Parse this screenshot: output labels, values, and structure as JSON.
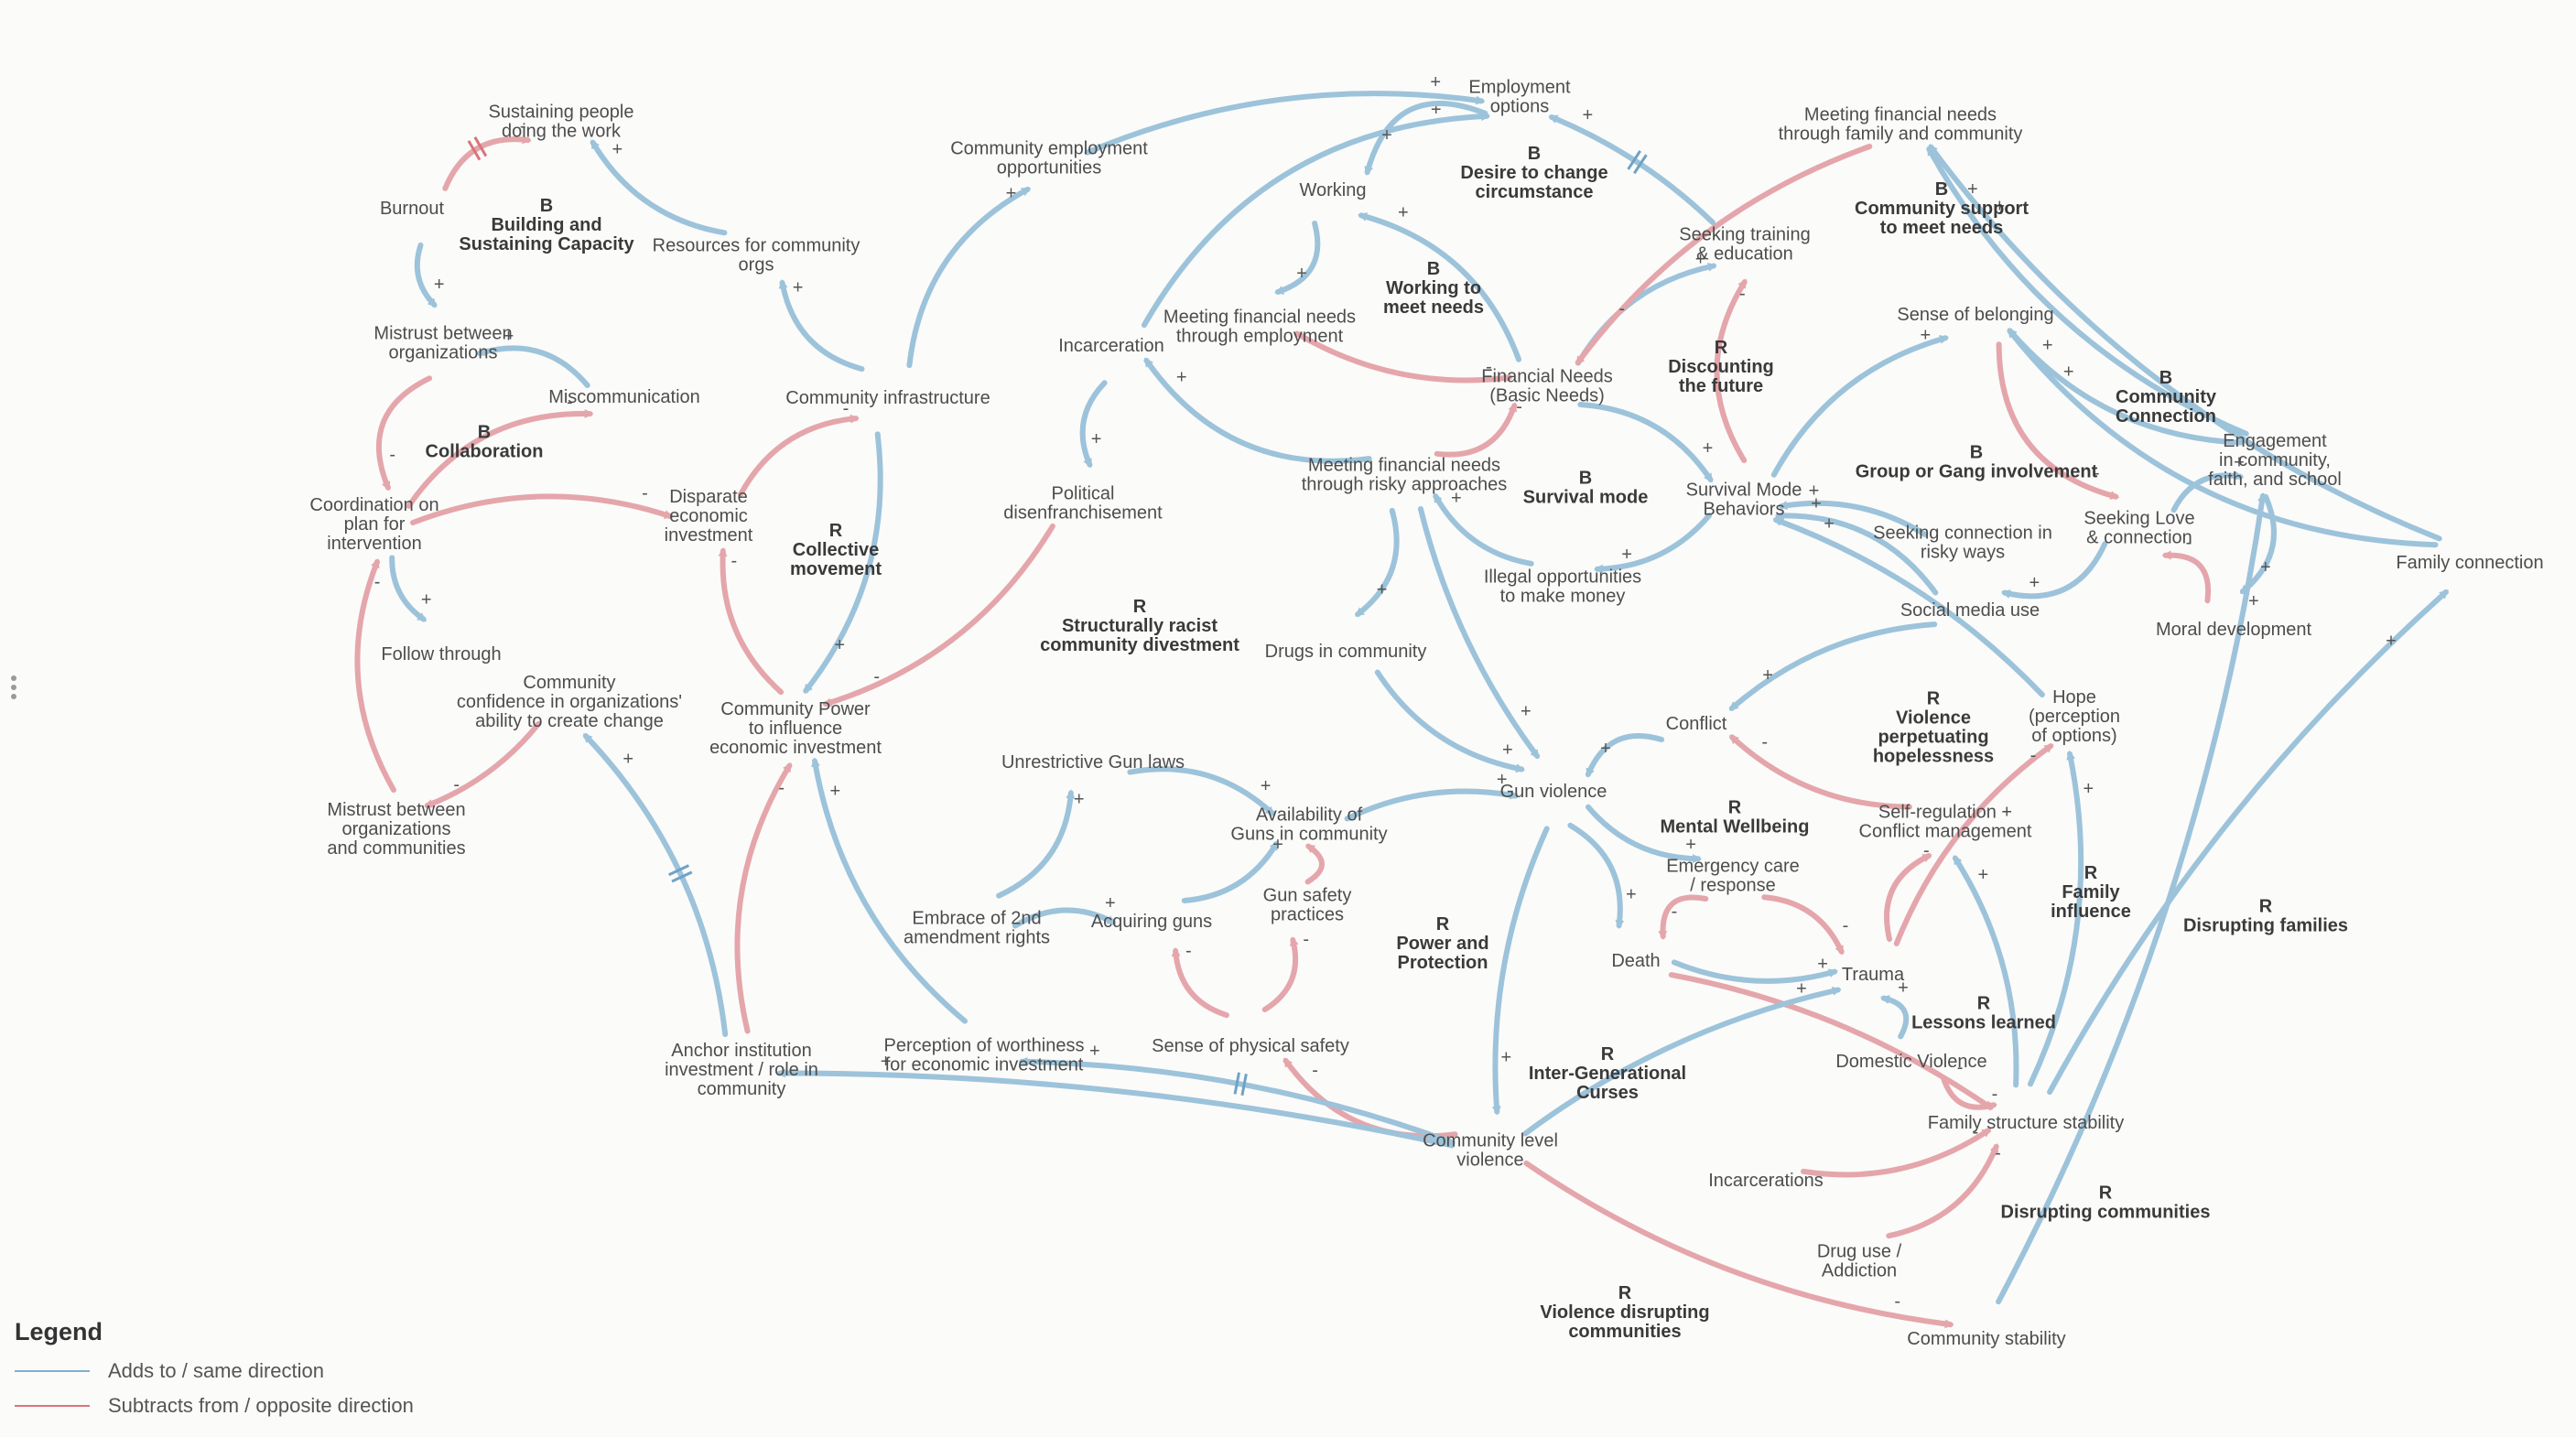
{
  "colors": {
    "adds": "#9cc3da",
    "subtracts": "#e4a6ab"
  },
  "legend": {
    "title": "Legend",
    "adds_label": "Adds to / same direction",
    "subtracts_label": "Subtracts from / opposite direction"
  },
  "variables": [
    {
      "id": "sustaining",
      "lines": [
        "Sustaining people",
        "doing the work"
      ]
    },
    {
      "id": "burnout",
      "lines": [
        "Burnout"
      ]
    },
    {
      "id": "mistrust_orgs",
      "lines": [
        "Mistrust between",
        "organizations"
      ]
    },
    {
      "id": "miscommunication",
      "lines": [
        "Miscommunication"
      ]
    },
    {
      "id": "coordination",
      "lines": [
        "Coordination on",
        "plan for",
        "intervention"
      ]
    },
    {
      "id": "follow_through",
      "lines": [
        "Follow through"
      ]
    },
    {
      "id": "confidence",
      "lines": [
        "Community",
        "confidence in organizations'",
        "ability to create change"
      ]
    },
    {
      "id": "mistrust_comm",
      "lines": [
        "Mistrust between",
        "organizations",
        "and communities"
      ]
    },
    {
      "id": "resources",
      "lines": [
        "Resources for community",
        "orgs"
      ]
    },
    {
      "id": "disparate",
      "lines": [
        "Disparate",
        "economic",
        "investment"
      ]
    },
    {
      "id": "infrastructure",
      "lines": [
        "Community infrastructure"
      ]
    },
    {
      "id": "power",
      "lines": [
        "Community Power",
        "to influence",
        "economic investment"
      ]
    },
    {
      "id": "anchor",
      "lines": [
        "Anchor institution",
        "investment / role in",
        "community"
      ]
    },
    {
      "id": "worthiness",
      "lines": [
        "Perception of worthiness",
        "for economic investment"
      ]
    },
    {
      "id": "comm_employment",
      "lines": [
        "Community employment",
        "opportunities"
      ]
    },
    {
      "id": "employment_options",
      "lines": [
        "Employment",
        "options"
      ]
    },
    {
      "id": "working",
      "lines": [
        "Working"
      ]
    },
    {
      "id": "meet_employment",
      "lines": [
        "Meeting financial needs",
        "through employment"
      ]
    },
    {
      "id": "incarceration",
      "lines": [
        "Incarceration"
      ]
    },
    {
      "id": "political",
      "lines": [
        "Political",
        "disenfranchisement"
      ]
    },
    {
      "id": "financial_needs",
      "lines": [
        "Financial Needs",
        "(Basic Needs)"
      ]
    },
    {
      "id": "meet_risky",
      "lines": [
        "Meeting financial needs",
        "through risky approaches"
      ]
    },
    {
      "id": "illegal",
      "lines": [
        "Illegal opportunities",
        "to make money"
      ]
    },
    {
      "id": "drugs_comm",
      "lines": [
        "Drugs in community"
      ]
    },
    {
      "id": "seeking_training",
      "lines": [
        "Seeking training",
        "& education"
      ]
    },
    {
      "id": "meet_family",
      "lines": [
        "Meeting financial needs",
        "through family and community"
      ]
    },
    {
      "id": "survival",
      "lines": [
        "Survival Mode",
        "Behaviors"
      ]
    },
    {
      "id": "belonging",
      "lines": [
        "Sense of belonging"
      ]
    },
    {
      "id": "engagement",
      "lines": [
        "Engagement",
        "in community,",
        "faith, and school"
      ]
    },
    {
      "id": "seeking_love",
      "lines": [
        "Seeking Love",
        "& connection"
      ]
    },
    {
      "id": "seeking_risky",
      "lines": [
        "Seeking connection in",
        "risky ways"
      ]
    },
    {
      "id": "social_media",
      "lines": [
        "Social media use"
      ]
    },
    {
      "id": "moral",
      "lines": [
        "Moral development"
      ]
    },
    {
      "id": "family_connection",
      "lines": [
        "Family connection"
      ]
    },
    {
      "id": "conflict",
      "lines": [
        "Conflict"
      ]
    },
    {
      "id": "hope",
      "lines": [
        "Hope",
        "(perception",
        "of options)"
      ]
    },
    {
      "id": "gun_violence",
      "lines": [
        "Gun violence"
      ]
    },
    {
      "id": "gun_laws",
      "lines": [
        "Unrestrictive Gun laws"
      ]
    },
    {
      "id": "availability",
      "lines": [
        "Availability of",
        "Guns in community"
      ]
    },
    {
      "id": "embrace",
      "lines": [
        "Embrace of 2nd",
        "amendment rights"
      ]
    },
    {
      "id": "acquiring",
      "lines": [
        "Acquiring guns"
      ]
    },
    {
      "id": "gun_safety",
      "lines": [
        "Gun safety",
        "practices"
      ]
    },
    {
      "id": "physical_safety",
      "lines": [
        "Sense of physical safety"
      ]
    },
    {
      "id": "emergency",
      "lines": [
        "Emergency care",
        "/ response"
      ]
    },
    {
      "id": "self_regulation",
      "lines": [
        "Self-regulation +",
        "Conflict management"
      ]
    },
    {
      "id": "death",
      "lines": [
        "Death"
      ]
    },
    {
      "id": "trauma",
      "lines": [
        "Trauma"
      ]
    },
    {
      "id": "domestic",
      "lines": [
        "Domestic Violence"
      ]
    },
    {
      "id": "family_structure",
      "lines": [
        "Family structure stability"
      ]
    },
    {
      "id": "incarcerations",
      "lines": [
        "Incarcerations"
      ]
    },
    {
      "id": "drug_use",
      "lines": [
        "Drug use /",
        "Addiction"
      ]
    },
    {
      "id": "community_violence",
      "lines": [
        "Community level",
        "violence"
      ]
    },
    {
      "id": "community_stability",
      "lines": [
        "Community stability"
      ]
    }
  ],
  "loops": [
    {
      "id": "building_capacity",
      "lines": [
        "B",
        "Building and",
        "Sustaining Capacity"
      ]
    },
    {
      "id": "collaboration",
      "lines": [
        "B",
        "Collaboration"
      ]
    },
    {
      "id": "collective_movement",
      "lines": [
        "R",
        "Collective",
        "movement"
      ]
    },
    {
      "id": "structurally_racist",
      "lines": [
        "R",
        "Structurally racist",
        "community divestment"
      ]
    },
    {
      "id": "desire_change",
      "lines": [
        "B",
        "Desire to change",
        "circumstance"
      ]
    },
    {
      "id": "working_needs",
      "lines": [
        "B",
        "Working to",
        "meet needs"
      ]
    },
    {
      "id": "discounting",
      "lines": [
        "R",
        "Discounting",
        "the future"
      ]
    },
    {
      "id": "survival_mode",
      "lines": [
        "B",
        "Survival mode"
      ]
    },
    {
      "id": "community_support",
      "lines": [
        "B",
        "Community support",
        "to meet needs"
      ]
    },
    {
      "id": "community_connection",
      "lines": [
        "B",
        "Community",
        "Connection"
      ]
    },
    {
      "id": "gang",
      "lines": [
        "B",
        "Group or Gang involvement"
      ]
    },
    {
      "id": "violence_hopelessness",
      "lines": [
        "R",
        "Violence",
        "perpetuating",
        "hopelessness"
      ]
    },
    {
      "id": "mental_wellbeing",
      "lines": [
        "R",
        "Mental Wellbeing"
      ]
    },
    {
      "id": "power_protection",
      "lines": [
        "R",
        "Power and",
        "Protection"
      ]
    },
    {
      "id": "family_influence",
      "lines": [
        "R",
        "Family",
        "influence"
      ]
    },
    {
      "id": "disrupting_families",
      "lines": [
        "R",
        "Disrupting families"
      ]
    },
    {
      "id": "lessons_learned",
      "lines": [
        "R",
        "Lessons learned"
      ]
    },
    {
      "id": "inter_generational",
      "lines": [
        "R",
        "Inter-Generational",
        "Curses"
      ]
    },
    {
      "id": "disrupting_communities",
      "lines": [
        "R",
        "Disrupting communities"
      ]
    },
    {
      "id": "violence_disrupting",
      "lines": [
        "R",
        "Violence disrupting",
        "communities"
      ]
    }
  ],
  "links": [
    {
      "from": "burnout",
      "to": "sustaining",
      "polarity": "-",
      "delay": true
    },
    {
      "from": "resources",
      "to": "sustaining",
      "polarity": "+"
    },
    {
      "from": "burnout",
      "to": "mistrust_orgs",
      "polarity": "+"
    },
    {
      "from": "miscommunication",
      "to": "mistrust_orgs",
      "polarity": "+"
    },
    {
      "from": "mistrust_orgs",
      "to": "coordination",
      "polarity": "-"
    },
    {
      "from": "coordination",
      "to": "miscommunication",
      "polarity": "-"
    },
    {
      "from": "coordination",
      "to": "follow_through",
      "polarity": "+"
    },
    {
      "from": "coordination",
      "to": "disparate",
      "polarity": "-"
    },
    {
      "from": "confidence",
      "to": "mistrust_comm",
      "polarity": "-"
    },
    {
      "from": "mistrust_comm",
      "to": "coordination",
      "polarity": "-"
    },
    {
      "from": "anchor",
      "to": "confidence",
      "polarity": "+",
      "delay": true
    },
    {
      "from": "infrastructure",
      "to": "resources",
      "polarity": "+"
    },
    {
      "from": "disparate",
      "to": "infrastructure",
      "polarity": "-"
    },
    {
      "from": "infrastructure",
      "to": "power",
      "polarity": "+"
    },
    {
      "from": "power",
      "to": "disparate",
      "polarity": "-"
    },
    {
      "from": "anchor",
      "to": "power",
      "polarity": "-"
    },
    {
      "from": "worthiness",
      "to": "power",
      "polarity": "+"
    },
    {
      "from": "infrastructure",
      "to": "comm_employment",
      "polarity": "+"
    },
    {
      "from": "comm_employment",
      "to": "employment_options",
      "polarity": "+"
    },
    {
      "from": "incarceration",
      "to": "employment_options",
      "polarity": "+"
    },
    {
      "from": "employment_options",
      "to": "working",
      "polarity": "+"
    },
    {
      "from": "working",
      "to": "meet_employment",
      "polarity": "+"
    },
    {
      "from": "financial_needs",
      "to": "working",
      "polarity": "+"
    },
    {
      "from": "meet_employment",
      "to": "financial_needs",
      "polarity": "-"
    },
    {
      "from": "meet_risky",
      "to": "incarceration",
      "polarity": "+"
    },
    {
      "from": "incarceration",
      "to": "political",
      "polarity": "+"
    },
    {
      "from": "political",
      "to": "power",
      "polarity": "-"
    },
    {
      "from": "meet_risky",
      "to": "financial_needs",
      "polarity": "-"
    },
    {
      "from": "illegal",
      "to": "meet_risky",
      "polarity": "+"
    },
    {
      "from": "meet_risky",
      "to": "drugs_comm",
      "polarity": "+"
    },
    {
      "from": "drugs_comm",
      "to": "gun_violence",
      "polarity": "+"
    },
    {
      "from": "meet_risky",
      "to": "gun_violence",
      "polarity": "+"
    },
    {
      "from": "seeking_training",
      "to": "employment_options",
      "polarity": "+",
      "delay": true
    },
    {
      "from": "financial_needs",
      "to": "seeking_training",
      "polarity": "+"
    },
    {
      "from": "meet_family",
      "to": "financial_needs",
      "polarity": "-"
    },
    {
      "from": "financial_needs",
      "to": "survival",
      "polarity": "+"
    },
    {
      "from": "survival",
      "to": "seeking_training",
      "polarity": "-"
    },
    {
      "from": "survival",
      "to": "illegal",
      "polarity": "+"
    },
    {
      "from": "survival",
      "to": "belonging",
      "polarity": "+"
    },
    {
      "from": "engagement",
      "to": "meet_family",
      "polarity": "+"
    },
    {
      "from": "family_connection",
      "to": "meet_family",
      "polarity": "+"
    },
    {
      "from": "engagement",
      "to": "belonging",
      "polarity": "+"
    },
    {
      "from": "family_connection",
      "to": "belonging",
      "polarity": "+"
    },
    {
      "from": "belonging",
      "to": "seeking_love",
      "polarity": "-"
    },
    {
      "from": "seeking_love",
      "to": "engagement",
      "polarity": "+"
    },
    {
      "from": "seeking_love",
      "to": "social_media",
      "polarity": "+"
    },
    {
      "from": "moral",
      "to": "seeking_love",
      "polarity": "-"
    },
    {
      "from": "engagement",
      "to": "moral",
      "polarity": "+"
    },
    {
      "from": "seeking_risky",
      "to": "survival",
      "polarity": "+"
    },
    {
      "from": "social_media",
      "to": "survival",
      "polarity": "+"
    },
    {
      "from": "social_media",
      "to": "conflict",
      "polarity": "+"
    },
    {
      "from": "hope",
      "to": "survival",
      "polarity": "+"
    },
    {
      "from": "conflict",
      "to": "gun_violence",
      "polarity": "+"
    },
    {
      "from": "self_regulation",
      "to": "conflict",
      "polarity": "-"
    },
    {
      "from": "gun_laws",
      "to": "availability",
      "polarity": "+"
    },
    {
      "from": "embrace",
      "to": "gun_laws",
      "polarity": "+"
    },
    {
      "from": "embrace",
      "to": "acquiring",
      "polarity": "+"
    },
    {
      "from": "acquiring",
      "to": "availability",
      "polarity": "+"
    },
    {
      "from": "gun_safety",
      "to": "availability",
      "polarity": "-"
    },
    {
      "from": "physical_safety",
      "to": "acquiring",
      "polarity": "-"
    },
    {
      "from": "physical_safety",
      "to": "gun_safety",
      "polarity": "-"
    },
    {
      "from": "availability",
      "to": "gun_violence",
      "polarity": "+"
    },
    {
      "from": "gun_violence",
      "to": "emergency",
      "polarity": "+"
    },
    {
      "from": "gun_violence",
      "to": "death",
      "polarity": "+"
    },
    {
      "from": "gun_violence",
      "to": "community_violence",
      "polarity": "+"
    },
    {
      "from": "emergency",
      "to": "death",
      "polarity": "-"
    },
    {
      "from": "emergency",
      "to": "trauma",
      "polarity": "-"
    },
    {
      "from": "death",
      "to": "trauma",
      "polarity": "+"
    },
    {
      "from": "trauma",
      "to": "self_regulation",
      "polarity": "-"
    },
    {
      "from": "trauma",
      "to": "hope",
      "polarity": "-"
    },
    {
      "from": "domestic",
      "to": "trauma",
      "polarity": "+"
    },
    {
      "from": "domestic",
      "to": "family_structure",
      "polarity": "-"
    },
    {
      "from": "family_structure",
      "to": "self_regulation",
      "polarity": "+"
    },
    {
      "from": "family_structure",
      "to": "hope",
      "polarity": "+"
    },
    {
      "from": "family_structure",
      "to": "family_connection",
      "polarity": "+"
    },
    {
      "from": "death",
      "to": "family_structure",
      "polarity": "-"
    },
    {
      "from": "incarcerations",
      "to": "family_structure",
      "polarity": "-"
    },
    {
      "from": "drug_use",
      "to": "family_structure",
      "polarity": "-"
    },
    {
      "from": "community_violence",
      "to": "trauma",
      "polarity": "+"
    },
    {
      "from": "community_violence",
      "to": "physical_safety",
      "polarity": "-"
    },
    {
      "from": "community_violence",
      "to": "worthiness",
      "polarity": "+",
      "delay": true
    },
    {
      "from": "community_violence",
      "to": "anchor",
      "polarity": "+"
    },
    {
      "from": "community_violence",
      "to": "community_stability",
      "polarity": "-"
    },
    {
      "from": "community_stability",
      "to": "engagement",
      "polarity": "+"
    }
  ]
}
